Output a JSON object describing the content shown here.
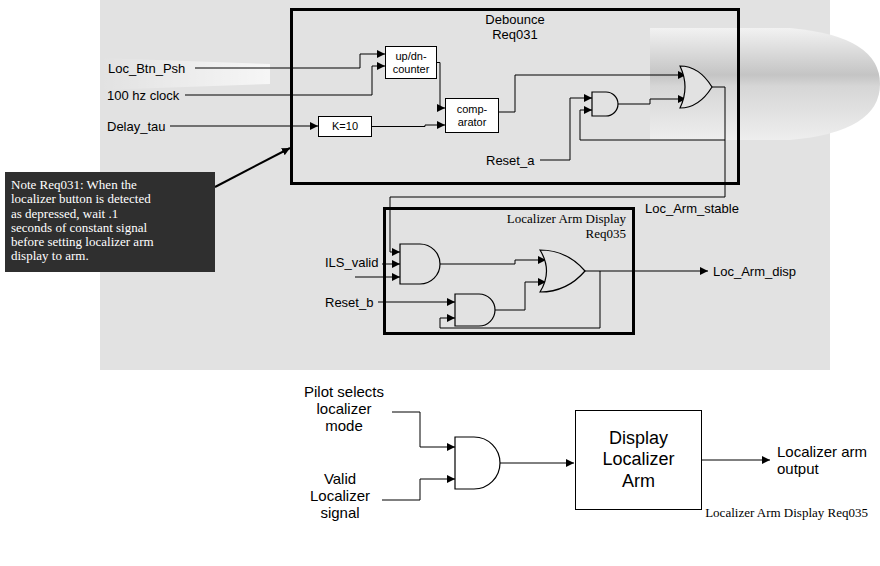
{
  "diagram": {
    "nodes": [
      {
        "text": [
          "Debounce Req031"
        ]
      },
      {
        "text": [
          "up/dn- counter"
        ],
        "in": 0
      },
      {
        "text": [
          "comp- arator"
        ],
        "in": 0
      },
      {
        "text": [
          "K=10"
        ],
        "in": 0
      },
      {
        "text": [
          "Localizer Arm Display Req035"
        ]
      },
      {
        "text": [
          "Note Req031: When the localizer button is detected as depressed, wait .1 seconds of constant signal before setting localizer arm display to arm."
        ]
      },
      {
        "text": [
          "Display Localizer Arm"
        ]
      }
    ],
    "edges": [
      {
        "from": 1,
        "to": 2,
        "arrow": "to"
      },
      {
        "from": 3,
        "to": 2,
        "arrow": "to"
      },
      {
        "from": 5,
        "to": 0,
        "arrow": "to"
      }
    ],
    "labels": [
      "Loc_Btn_Psh",
      "100 hz clock",
      "Delay_tau",
      "Reset_a",
      "Loc_Arm_stable",
      "ILS_valid",
      "Reset_b",
      "Loc_Arm_disp",
      "Pilot selects localizer mode",
      "Valid Localizer signal",
      "Localizer arm output",
      "Localizer Arm Display Req035"
    ]
  }
}
